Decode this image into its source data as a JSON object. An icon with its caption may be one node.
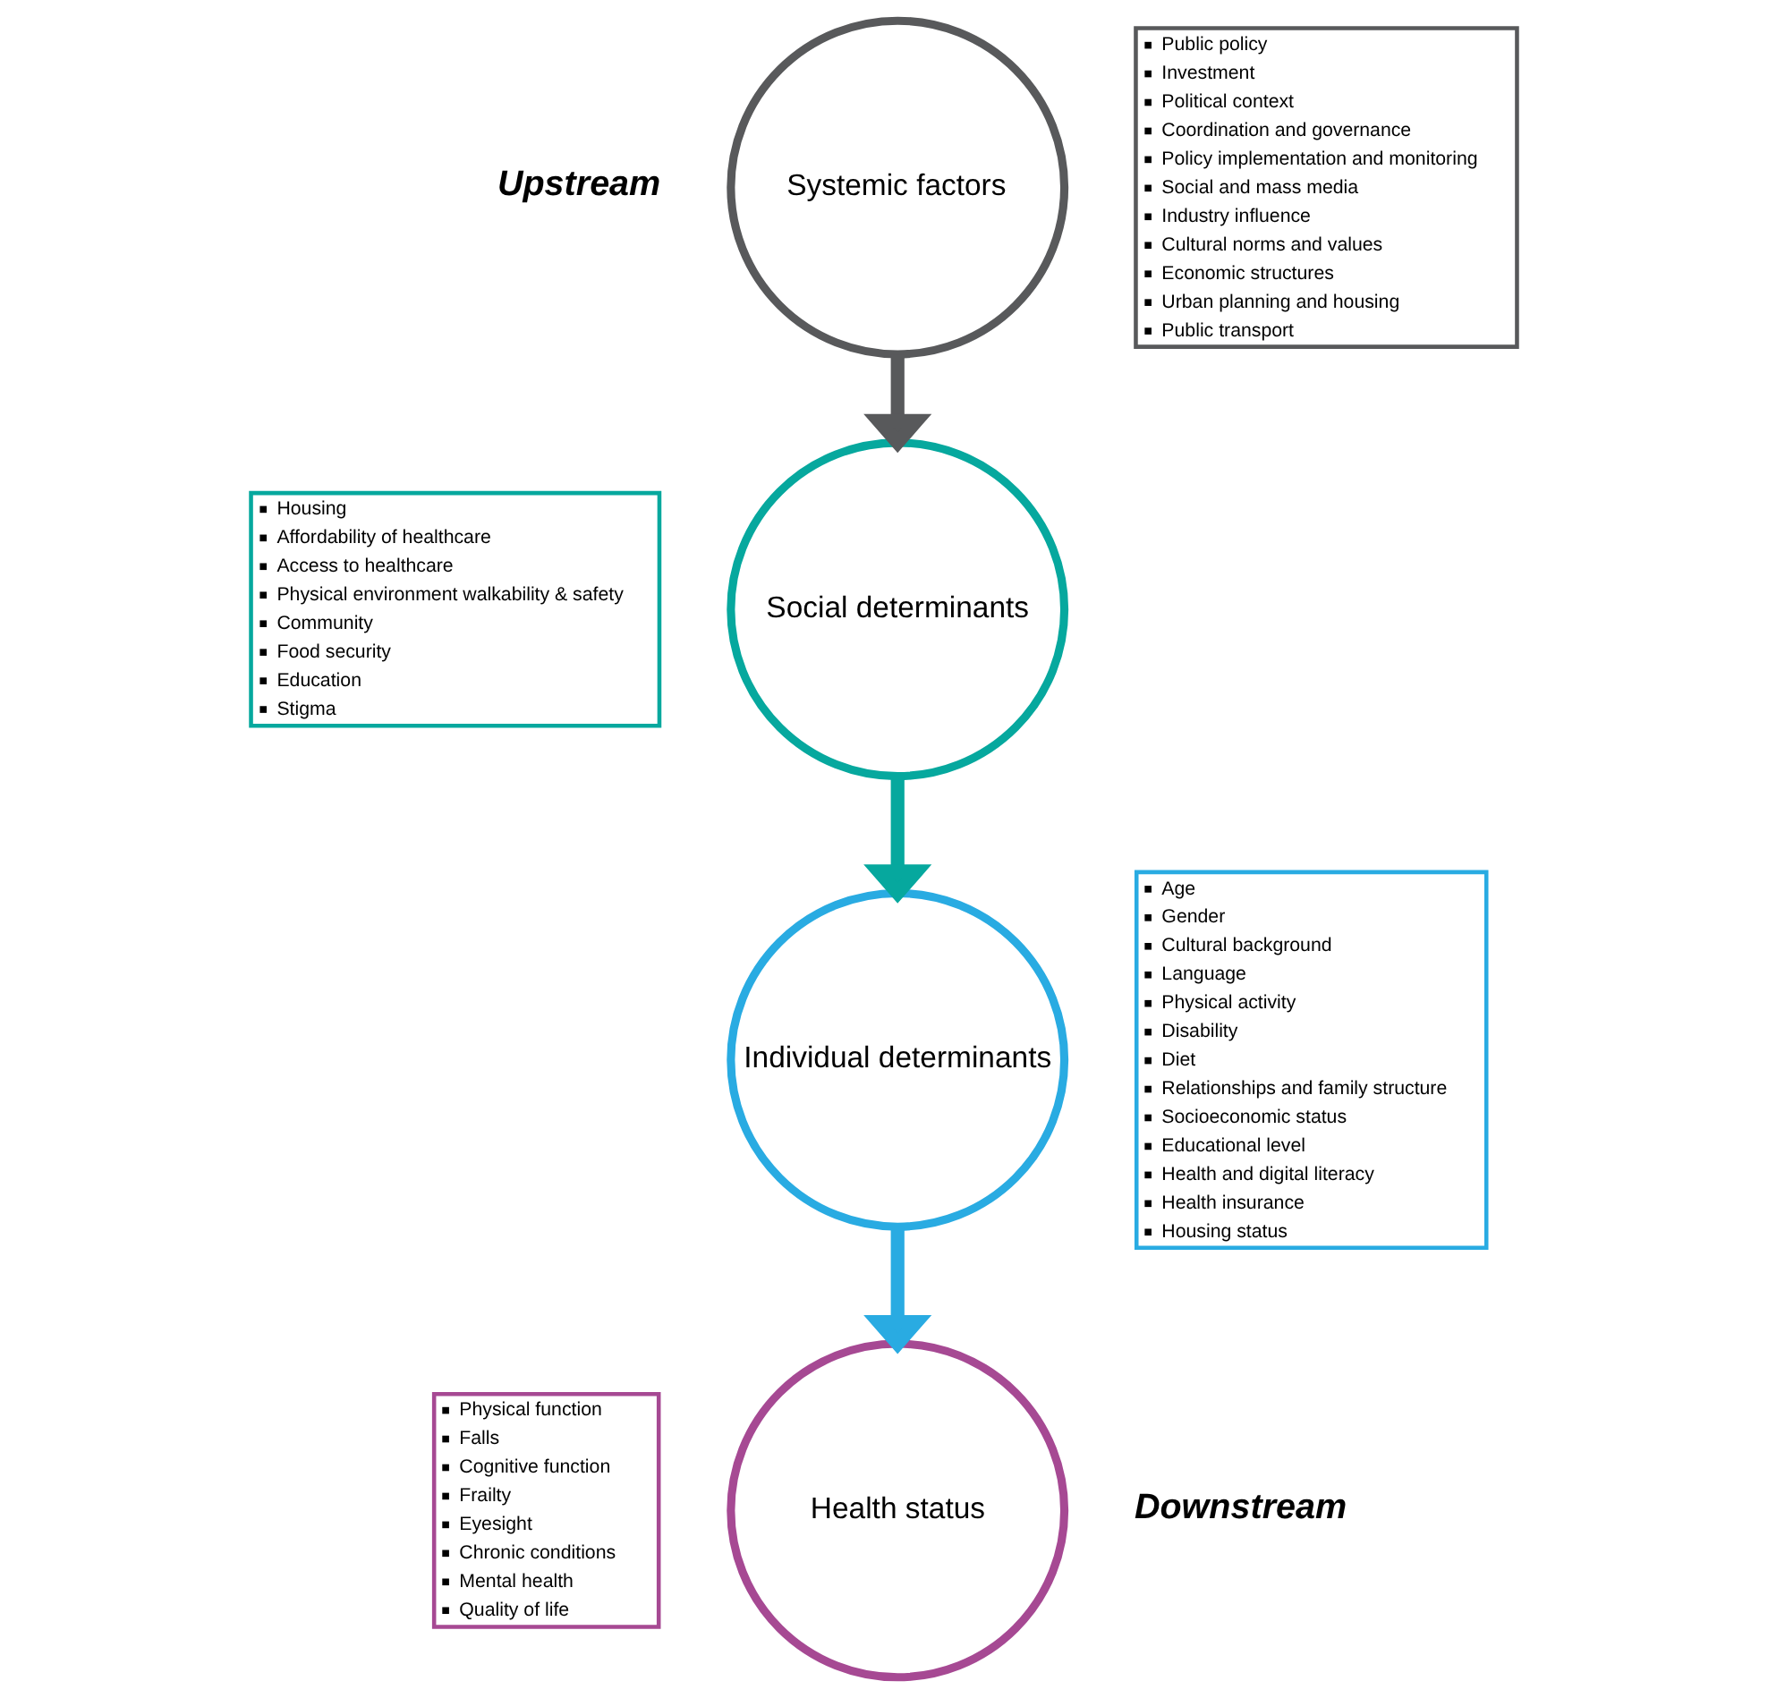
{
  "diagram": {
    "nodes": [
      {
        "text": [
          "Systemic factors"
        ]
      },
      {
        "text": [
          "Public policy",
          "Investment",
          "Political context",
          "Coordination and governance",
          "Policy implementation and monitoring",
          "Social and mass media",
          "Industry influence",
          "Cultural norms and values",
          "Economic structures",
          "Urban planning and housing",
          "Public transport"
        ]
      },
      {
        "text": [
          "Social determinants"
        ]
      },
      {
        "text": [
          "Housing",
          "Affordability of healthcare",
          "Access to healthcare",
          "Physical environment walkability & safety",
          "Community",
          "Food security",
          "Education",
          "Stigma"
        ]
      },
      {
        "text": [
          "Individual determinants"
        ]
      },
      {
        "text": [
          "Age",
          "Gender",
          "Cultural background",
          "Language",
          "Physical activity",
          "Disability",
          "Diet",
          "Relationships and family structure",
          "Socioeconomic status",
          "Educational level",
          "Health and digital literacy",
          "Health insurance",
          "Housing status"
        ]
      },
      {
        "text": [
          "Health status"
        ]
      },
      {
        "text": [
          "Physical function",
          "Falls",
          "Cognitive function",
          "Frailty",
          "Eyesight",
          "Chronic conditions",
          "Mental health",
          "Quality of life"
        ]
      }
    ],
    "edges": [
      {
        "from": 0,
        "to": 2,
        "arrow": "to",
        "color": "#58595b"
      },
      {
        "from": 2,
        "to": 4,
        "arrow": "to",
        "color": "#06a89e"
      },
      {
        "from": 4,
        "to": 6,
        "arrow": "to",
        "color": "#29abe2"
      }
    ],
    "labels": [
      "Upstream",
      "Downstream"
    ]
  }
}
